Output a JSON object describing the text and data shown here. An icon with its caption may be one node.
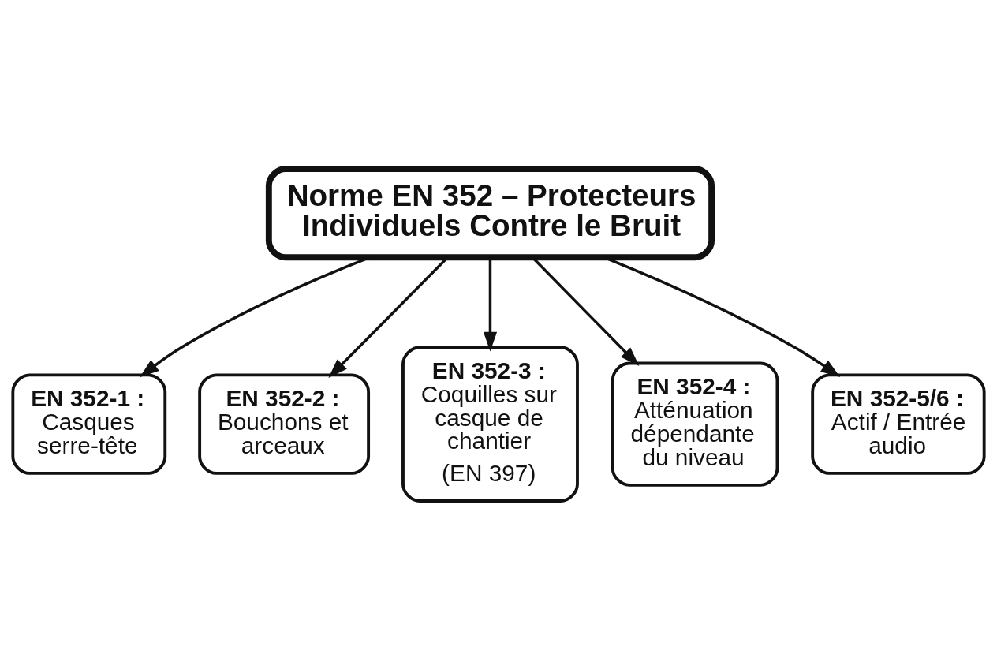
{
  "diagram": {
    "nodes": [
      {
        "text": [
          "Norme EN 352 – Protecteurs Individuels Contre le Bruit"
        ]
      },
      {
        "text": [
          "EN 352-1 :",
          "Casques serre-tête"
        ]
      },
      {
        "text": [
          "EN 352-2 :",
          "Bouchons et arceaux"
        ]
      },
      {
        "text": [
          "EN 352-3 :",
          "Coquilles sur casque de chantier",
          "(EN 397)"
        ]
      },
      {
        "text": [
          "EN 352-4 :",
          "Atténuation dépendante du niveau"
        ]
      },
      {
        "text": [
          "EN 352-5/6 :",
          "Actif / Entrée audio"
        ]
      }
    ],
    "edges": [
      {
        "from": 0,
        "to": 1,
        "arrow": "to"
      },
      {
        "from": 0,
        "to": 2,
        "arrow": "to"
      },
      {
        "from": 0,
        "to": 3,
        "arrow": "to"
      },
      {
        "from": 0,
        "to": 4,
        "arrow": "to"
      },
      {
        "from": 0,
        "to": 5,
        "arrow": "to"
      }
    ]
  }
}
